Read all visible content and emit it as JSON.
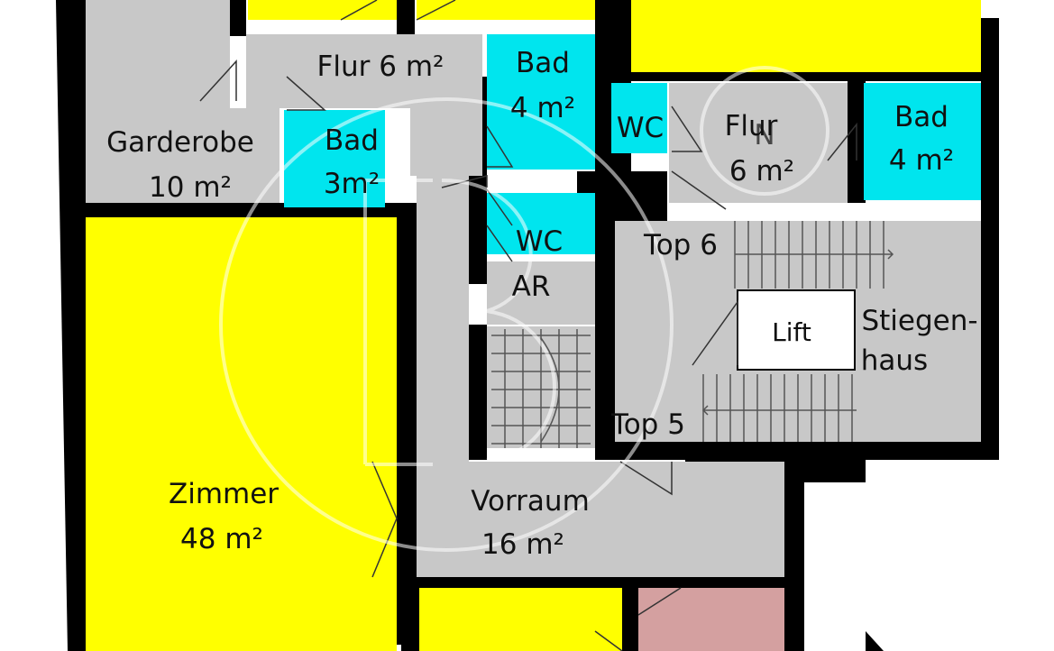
{
  "colors": {
    "living": "#ffff00",
    "wet": "#00e5ee",
    "circulation": "#c8c8c8",
    "accent": "#d4a0a0",
    "wall": "#000000",
    "lift": "#ffffff",
    "background": "#ffffff"
  },
  "labels": {
    "flur_top": "Flur  6 m²",
    "bad_4_left_1": "Bad",
    "bad_4_left_2": "4 m²",
    "garderobe_1": "Garderobe",
    "garderobe_2": "10 m²",
    "bad_3_1": "Bad",
    "bad_3_2": "3m²",
    "wc_upper": "WC",
    "flur_right_1": "Flur",
    "flur_right_2": "6 m²",
    "bad_4_right_1": "Bad",
    "bad_4_right_2": "4 m²",
    "wc_lower": "WC",
    "top6": "Top 6",
    "ar": "AR",
    "lift": "Lift",
    "stiegen_1": "Stiegen-",
    "stiegen_2": "haus",
    "top5": "Top 5",
    "zimmer_1": "Zimmer",
    "zimmer_2": "48 m²",
    "vorraum_1": "Vorraum",
    "vorraum_2": "16 m²"
  },
  "watermark": {
    "logo": "b3-monogram-logo",
    "north": "N"
  }
}
